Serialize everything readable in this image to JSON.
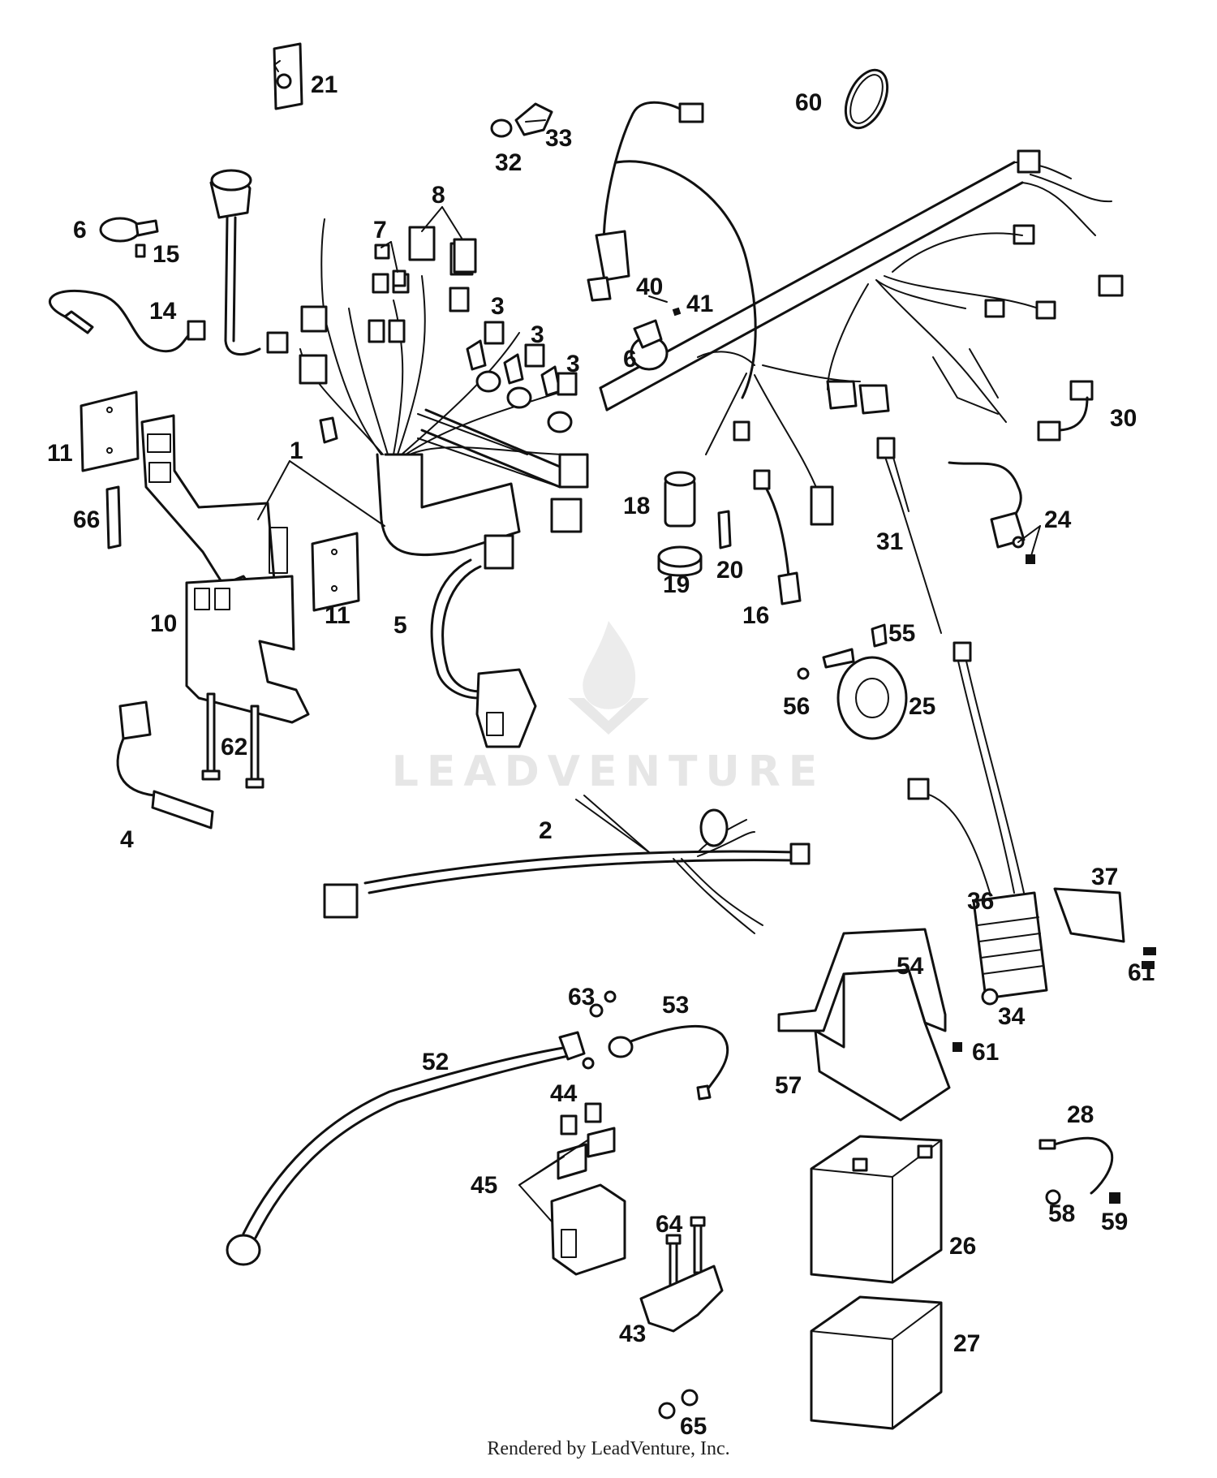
{
  "footer": "Rendered by LeadVenture, Inc.",
  "watermark": {
    "text": "LEADVENTURE",
    "icon": "flame-logo-icon"
  },
  "callouts": [
    {
      "id": "21",
      "label": "21"
    },
    {
      "id": "60",
      "label": "60"
    },
    {
      "id": "33",
      "label": "33"
    },
    {
      "id": "32",
      "label": "32"
    },
    {
      "id": "8",
      "label": "8"
    },
    {
      "id": "6a",
      "label": "6"
    },
    {
      "id": "15",
      "label": "15"
    },
    {
      "id": "7",
      "label": "7"
    },
    {
      "id": "14",
      "label": "14"
    },
    {
      "id": "40",
      "label": "40"
    },
    {
      "id": "41",
      "label": "41"
    },
    {
      "id": "3a",
      "label": "3"
    },
    {
      "id": "3b",
      "label": "3"
    },
    {
      "id": "3c",
      "label": "3"
    },
    {
      "id": "6b",
      "label": "6"
    },
    {
      "id": "30",
      "label": "30"
    },
    {
      "id": "11a",
      "label": "11"
    },
    {
      "id": "1",
      "label": "1"
    },
    {
      "id": "18",
      "label": "18"
    },
    {
      "id": "24",
      "label": "24"
    },
    {
      "id": "66",
      "label": "66"
    },
    {
      "id": "31",
      "label": "31"
    },
    {
      "id": "19",
      "label": "19"
    },
    {
      "id": "20",
      "label": "20"
    },
    {
      "id": "11b",
      "label": "11"
    },
    {
      "id": "10",
      "label": "10"
    },
    {
      "id": "5",
      "label": "5"
    },
    {
      "id": "16",
      "label": "16"
    },
    {
      "id": "55",
      "label": "55"
    },
    {
      "id": "56",
      "label": "56"
    },
    {
      "id": "25",
      "label": "25"
    },
    {
      "id": "62",
      "label": "62"
    },
    {
      "id": "4",
      "label": "4"
    },
    {
      "id": "2",
      "label": "2"
    },
    {
      "id": "37",
      "label": "37"
    },
    {
      "id": "36",
      "label": "36"
    },
    {
      "id": "54",
      "label": "54"
    },
    {
      "id": "61a",
      "label": "61"
    },
    {
      "id": "63",
      "label": "63"
    },
    {
      "id": "53",
      "label": "53"
    },
    {
      "id": "34",
      "label": "34"
    },
    {
      "id": "61b",
      "label": "61"
    },
    {
      "id": "52",
      "label": "52"
    },
    {
      "id": "57",
      "label": "57"
    },
    {
      "id": "44",
      "label": "44"
    },
    {
      "id": "28",
      "label": "28"
    },
    {
      "id": "45",
      "label": "45"
    },
    {
      "id": "58",
      "label": "58"
    },
    {
      "id": "59",
      "label": "59"
    },
    {
      "id": "64",
      "label": "64"
    },
    {
      "id": "26",
      "label": "26"
    },
    {
      "id": "43",
      "label": "43"
    },
    {
      "id": "27",
      "label": "27"
    },
    {
      "id": "65",
      "label": "65"
    }
  ]
}
